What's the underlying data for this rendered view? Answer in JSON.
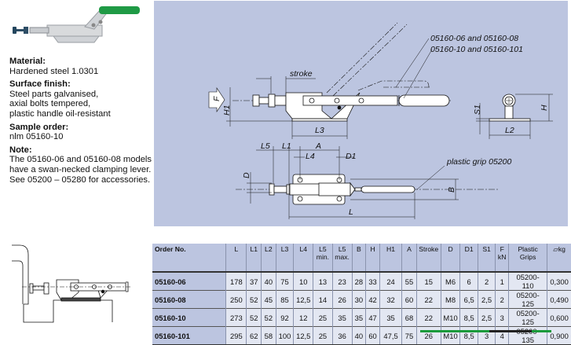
{
  "product": {
    "photo_alt": "Push-pull toggle clamp with green plastic handle"
  },
  "specs": [
    {
      "heading": "Material:",
      "lines": [
        "Hardened steel 1.0301"
      ]
    },
    {
      "heading": "Surface finish:",
      "lines": [
        "Steel parts galvanised,",
        "axial bolts tempered,",
        "plastic handle oil-resistant"
      ]
    },
    {
      "heading": "Sample order:",
      "lines": [
        "nlm 05160-10"
      ]
    },
    {
      "heading": "Note:",
      "lines": [
        "The 05160-06 and 05160-08 models",
        "have a swan-necked clamping lever.",
        "See 05200 – 05280 for accessories."
      ]
    }
  ],
  "drawing": {
    "labels": {
      "stroke": "stroke",
      "variant_a": "05160-06 and 05160-08",
      "variant_b": "05160-10 and 05160-101",
      "f": "F",
      "h1": "H1",
      "l3": "L3",
      "s1": "S1",
      "h": "H",
      "l2": "L2",
      "l5": "L5",
      "l1": "L1",
      "a": "A",
      "l4": "L4",
      "d1": "D1",
      "d": "D",
      "b": "B",
      "l": "L",
      "grip": "plastic grip 05200"
    }
  },
  "table": {
    "headers": [
      "Order No.",
      "L",
      "L1",
      "L2",
      "L3",
      "L4",
      "L5\nmin.",
      "L5\nmax.",
      "B",
      "H",
      "H1",
      "A",
      "Stroke",
      "D",
      "D1",
      "S1",
      "F\nkN",
      "Plastic\nGrips",
      "⚖ kg"
    ],
    "header_cells": {
      "order": "Order No.",
      "L": "L",
      "L1": "L1",
      "L2": "L2",
      "L3": "L3",
      "L4": "L4",
      "L5min_a": "L5",
      "L5min_b": "min.",
      "L5max_a": "L5",
      "L5max_b": "max.",
      "B": "B",
      "H": "H",
      "H1": "H1",
      "A": "A",
      "stroke": "Stroke",
      "D": "D",
      "D1": "D1",
      "S1": "S1",
      "F_a": "F",
      "F_b": "kN",
      "grips_a": "Plastic",
      "grips_b": "Grips",
      "kg": "kg"
    },
    "rows": [
      [
        "05160-06",
        "178",
        "37",
        "40",
        "75",
        "10",
        "13",
        "23",
        "28",
        "33",
        "24",
        "55",
        "15",
        "M6",
        "6",
        "2",
        "1",
        "05200-110",
        "0,300"
      ],
      [
        "05160-08",
        "250",
        "52",
        "45",
        "85",
        "12,5",
        "14",
        "26",
        "30",
        "42",
        "32",
        "60",
        "22",
        "M8",
        "6,5",
        "2,5",
        "2",
        "05200-125",
        "0,490"
      ],
      [
        "05160-10",
        "273",
        "52",
        "52",
        "92",
        "12",
        "25",
        "35",
        "35",
        "47",
        "35",
        "68",
        "22",
        "M10",
        "8,5",
        "2,5",
        "3",
        "05200-125",
        "0,600"
      ],
      [
        "05160-101",
        "295",
        "62",
        "58",
        "100",
        "12,5",
        "25",
        "36",
        "40",
        "60",
        "47,5",
        "75",
        "26",
        "M10",
        "8,5",
        "3",
        "4",
        "05200-135",
        "0,900"
      ]
    ]
  },
  "colors": {
    "panel": "#bcc5e0",
    "row": "#e3e7f2",
    "handle_green": "#1f9a45",
    "footer_green": "#1a9a3a"
  }
}
